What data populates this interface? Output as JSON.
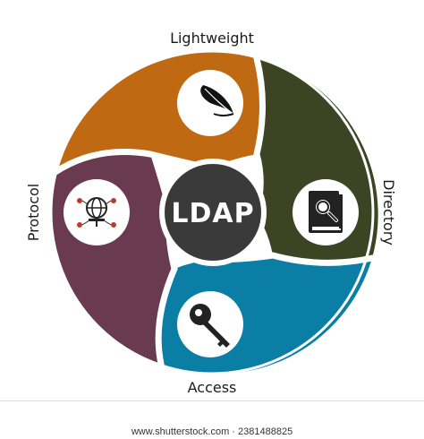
{
  "labels": {
    "top": "Lightweight",
    "right": "Directory",
    "bottom": "Access",
    "left": "Protocol"
  },
  "center": {
    "text": "LDAP"
  },
  "footer": {
    "text": "www.shutterstock.com · 2381488825"
  },
  "colors": {
    "lightweight": "#BF6A12",
    "directory": "#3C4424",
    "access": "#0A7EA4",
    "protocol": "#6A3A50",
    "center": "#3A3A3A"
  },
  "icons": {
    "lightweight": "feather-icon",
    "directory": "book-search-icon",
    "access": "key-icon",
    "protocol": "network-globe-icon"
  }
}
